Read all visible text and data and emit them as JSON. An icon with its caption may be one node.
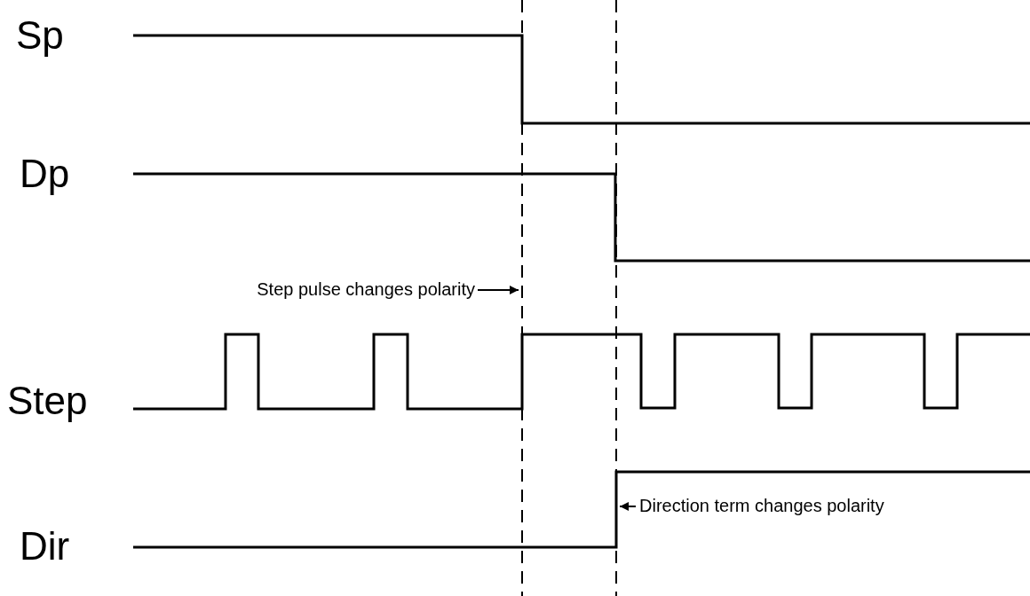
{
  "diagram": {
    "nodes": [
      {
        "text": [
          "Step pulse changes polarity"
        ]
      },
      {
        "text": [
          "Direction term changes polarity"
        ]
      }
    ],
    "edges": [
      {
        "from": 0,
        "to": null,
        "arrow": "to"
      },
      {
        "from": 1,
        "to": null,
        "arrow": "to"
      }
    ],
    "labels": [
      "Sp",
      "Dp",
      "Step",
      "Dir"
    ]
  }
}
